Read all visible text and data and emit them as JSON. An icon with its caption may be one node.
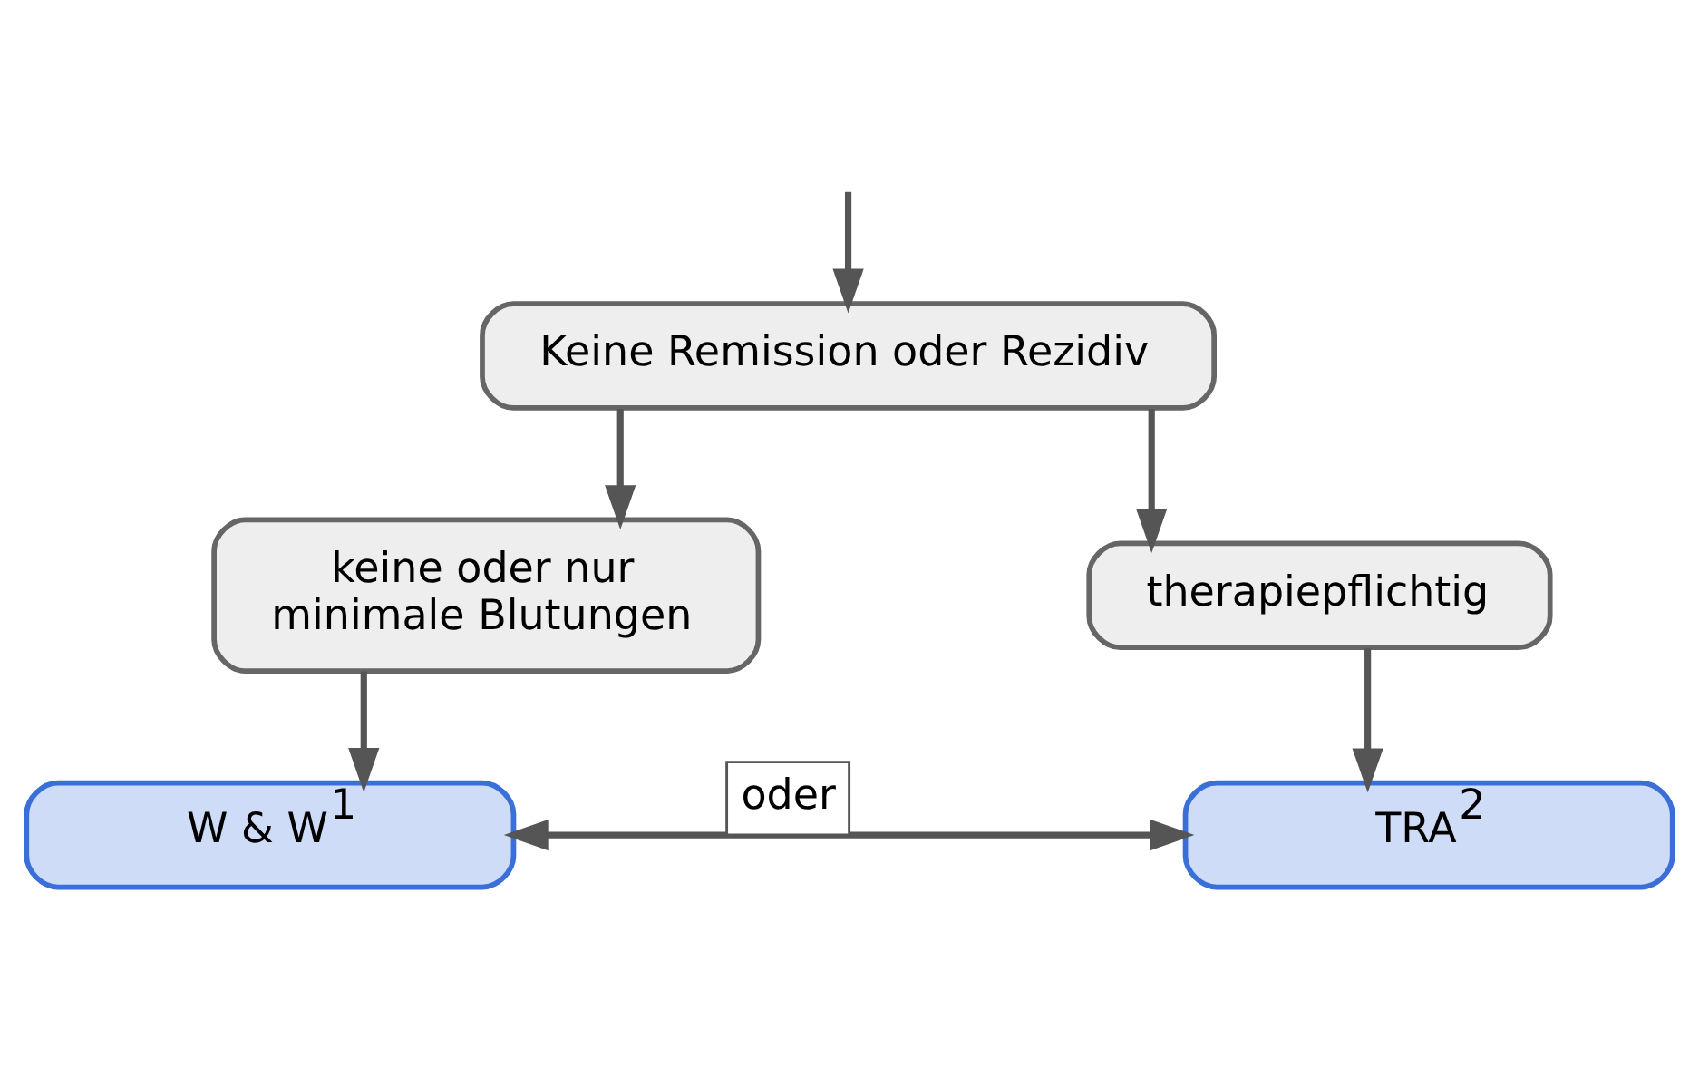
{
  "diagram": {
    "nodes": [
      {
        "text": [
          "Keine Remission oder Rezidiv"
        ]
      },
      {
        "text": [
          "keine oder nur minimale Blutungen"
        ]
      },
      {
        "text": [
          "therapiepflichtig"
        ]
      },
      {
        "text": [
          "W & W$^{1}$"
        ]
      },
      {
        "text": [
          "TRA$^{2}$"
        ]
      }
    ],
    "edges": [
      {
        "from": null,
        "to": 0,
        "arrow": "to"
      },
      {
        "from": 0,
        "to": 1,
        "arrow": "to"
      },
      {
        "from": 0,
        "to": 2,
        "arrow": "to"
      },
      {
        "from": 1,
        "to": 3,
        "arrow": "to"
      },
      {
        "from": 2,
        "to": 4,
        "arrow": "to"
      },
      {
        "from": 3,
        "to": 4,
        "arrow": "both",
        "label": "oder"
      }
    ]
  }
}
